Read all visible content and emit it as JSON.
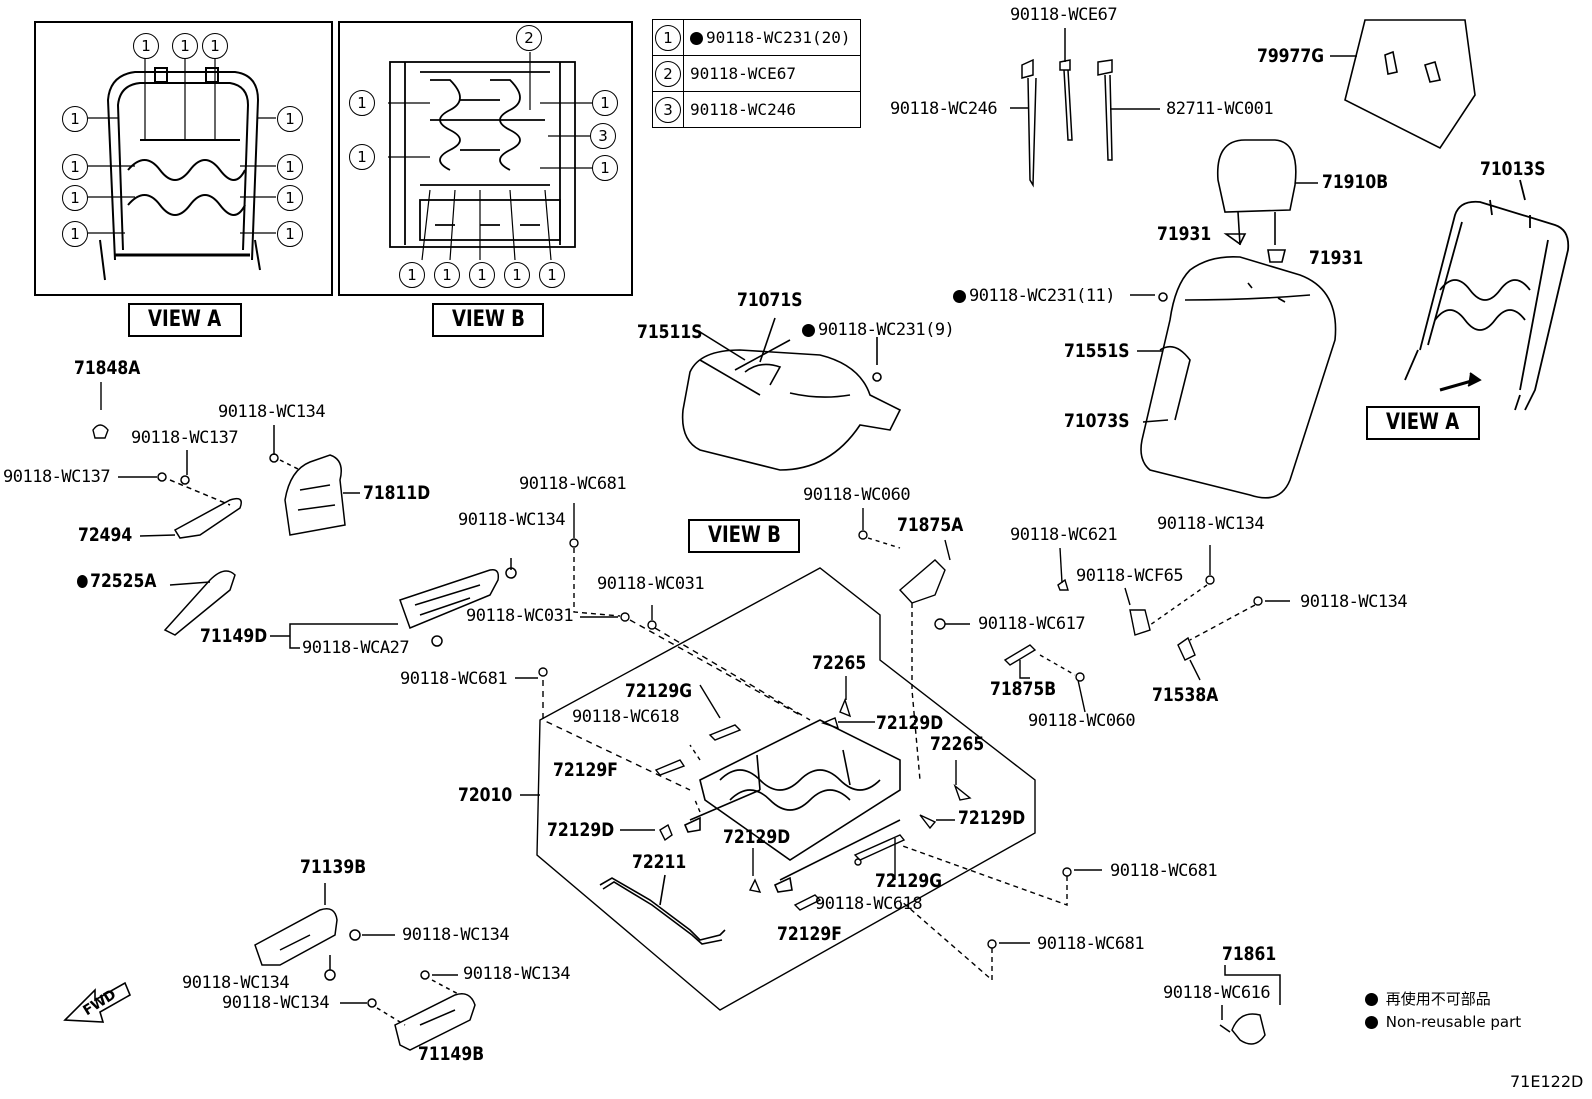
{
  "legend": {
    "rows": [
      {
        "num": "1",
        "part": "90118-WC231(20)",
        "non_reusable": true
      },
      {
        "num": "2",
        "part": "90118-WCE67",
        "non_reusable": false
      },
      {
        "num": "3",
        "part": "90118-WC246",
        "non_reusable": false
      }
    ]
  },
  "views": {
    "view_a": "VIEW A",
    "view_b": "VIEW B",
    "view_a_callout": "VIEW A",
    "view_b_callout": "VIEW B"
  },
  "callout_numbers": {
    "one": "1",
    "two": "2",
    "three": "3"
  },
  "labels": {
    "p90118_wce67": "90118-WCE67",
    "p90118_wc246": "90118-WC246",
    "p82711_wc001": "82711-WC001",
    "p79977g": "79977G",
    "p71910b": "71910B",
    "p71013s": "71013S",
    "p71931_a": "71931",
    "p71931_b": "71931",
    "p90118_wc231_11": "90118-WC231(11)",
    "p71551s": "71551S",
    "p71073s": "71073S",
    "p71071s": "71071S",
    "p71511s": "71511S",
    "p90118_wc231_9": "90118-WC231(9)",
    "p71848a": "71848A",
    "p90118_wc134_1": "90118-WC134",
    "p90118_wc137_1": "90118-WC137",
    "p90118_wc137_2": "90118-WC137",
    "p71811d": "71811D",
    "p72494": "72494",
    "p72525a": "72525A",
    "p90118_wc681_1": "90118-WC681",
    "p90118_wc134_2": "90118-WC134",
    "p90118_wc031_1": "90118-WC031",
    "p90118_wc031_2": "90118-WC031",
    "p71149d": "71149D",
    "p90118_wca27": "90118-WCA27",
    "p90118_wc060_1": "90118-WC060",
    "p71875a": "71875A",
    "p90118_wc617": "90118-WC617",
    "p90118_wc621": "90118-WC621",
    "p90118_wc134_3": "90118-WC134",
    "p90118_wcf65": "90118-WCF65",
    "p90118_wc134_4": "90118-WC134",
    "p71875b": "71875B",
    "p90118_wc060_2": "90118-WC060",
    "p71538a": "71538A",
    "p90118_wc681_2": "90118-WC681",
    "p72265_1": "72265",
    "p72129g_1": "72129G",
    "p90118_wc618_1": "90118-WC618",
    "p72129d_1": "72129D",
    "p72265_2": "72265",
    "p72129f_1": "72129F",
    "p72010": "72010",
    "p72129d_2": "72129D",
    "p72129d_3": "72129D",
    "p72129d_4": "72129D",
    "p72211": "72211",
    "p72129g_2": "72129G",
    "p90118_wc618_2": "90118-WC618",
    "p72129f_2": "72129F",
    "p90118_wc681_3": "90118-WC681",
    "p90118_wc681_4": "90118-WC681",
    "p71139b": "71139B",
    "p90118_wc134_5": "90118-WC134",
    "p90118_wc134_6": "90118-WC134",
    "p90118_wc134_7": "90118-WC134",
    "p90118_wc134_8": "90118-WC134",
    "p71149b": "71149B",
    "p71861": "71861",
    "p90118_wc616": "90118-WC616",
    "fwd": "FWD"
  },
  "notes": {
    "jp": "再使用不可部品",
    "en": "Non-reusable part"
  },
  "diagram_id": "71E122D"
}
